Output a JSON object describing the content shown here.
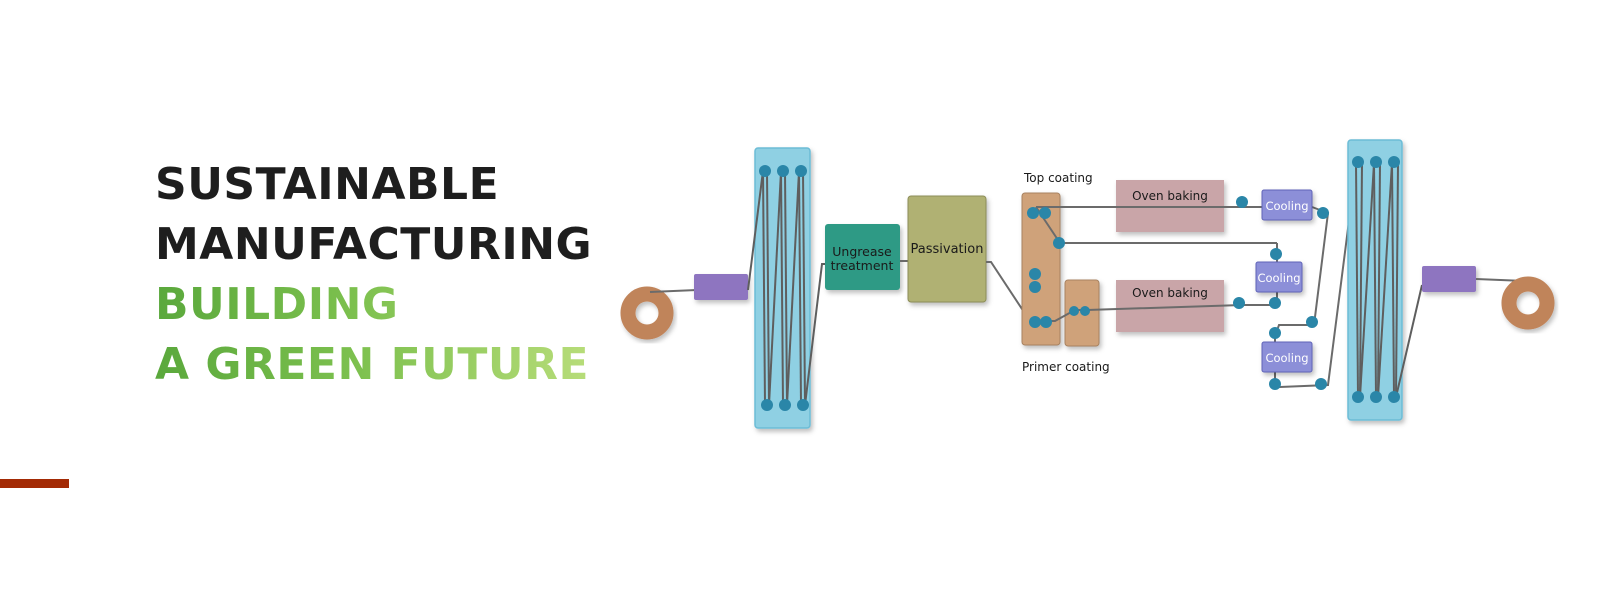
{
  "heading": {
    "line1": "SUSTAINABLE",
    "line2": "MANUFACTURING",
    "line3": "BUILDING",
    "line4": "A GREEN FUTURE"
  },
  "colors": {
    "heading_dark": "#1e1e1e",
    "heading_green_start": "#5aa83c",
    "heading_green_end": "#b8dd7a",
    "accent_bar": "#a32a05",
    "coil": "#c0845a",
    "feeder": "#8e74c0",
    "accumulator": "#8fd0e3",
    "roller": "#2a86a8",
    "ungrease": "#2e9a85",
    "passivation": "#b0b173",
    "coater": "#cfa27a",
    "oven": "#c9a5a8",
    "cooling": "#8c8fd8",
    "strip_line": "#6b6b6b"
  },
  "diagram": {
    "stages": {
      "ungrease": "Ungrease\ntreatment",
      "ungrease_line1": "Ungrease",
      "ungrease_line2": "treatment",
      "passivation": "Passivation",
      "top_coating": "Top coating",
      "primer_coating": "Primer coating",
      "oven_top": "Oven baking",
      "oven_bottom": "Oven baking",
      "cooling_1": "Cooling",
      "cooling_2": "Cooling",
      "cooling_3": "Cooling"
    }
  }
}
